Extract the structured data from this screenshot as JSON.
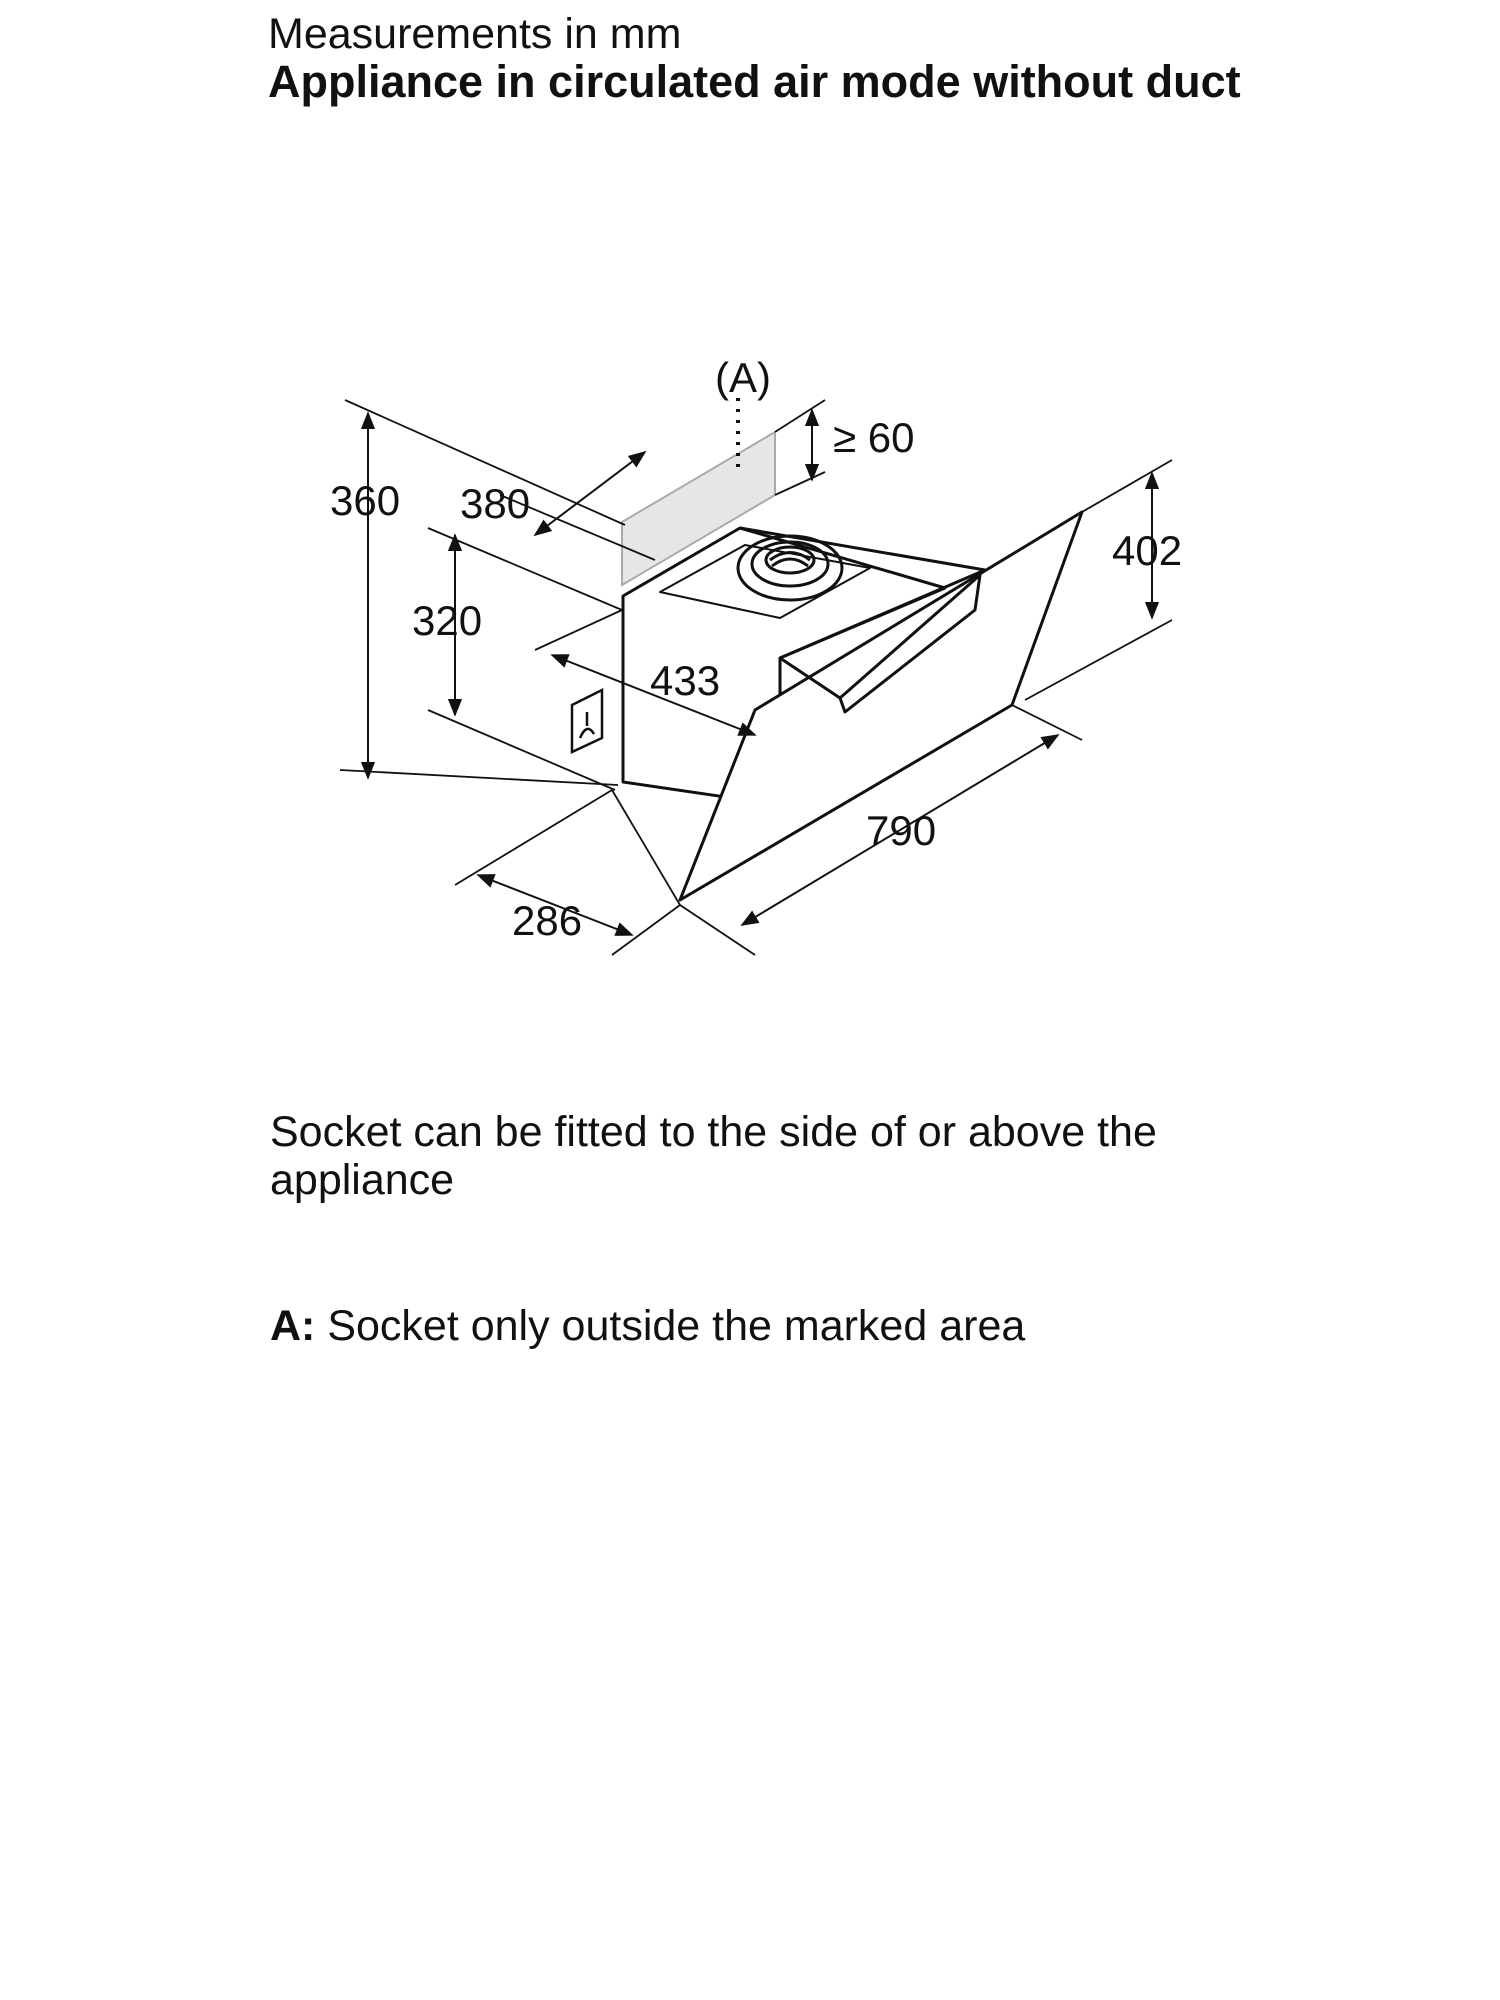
{
  "header": {
    "units": "Measurements in mm",
    "title": "Appliance in circulated air mode without duct"
  },
  "diagram": {
    "marker_a": "(A)",
    "dimensions": {
      "total_height": "360",
      "depth_top": "380",
      "socket_height": "320",
      "socket_depth": "433",
      "clearance": "≥ 60",
      "front_height": "402",
      "width": "790",
      "depth_bottom": "286"
    },
    "socket_icon": "socket-icon"
  },
  "notes": {
    "socket": "Socket can be fitted to the side of or above the appliance",
    "a_key": "A:",
    "a_text": " Socket only outside the marked area"
  }
}
